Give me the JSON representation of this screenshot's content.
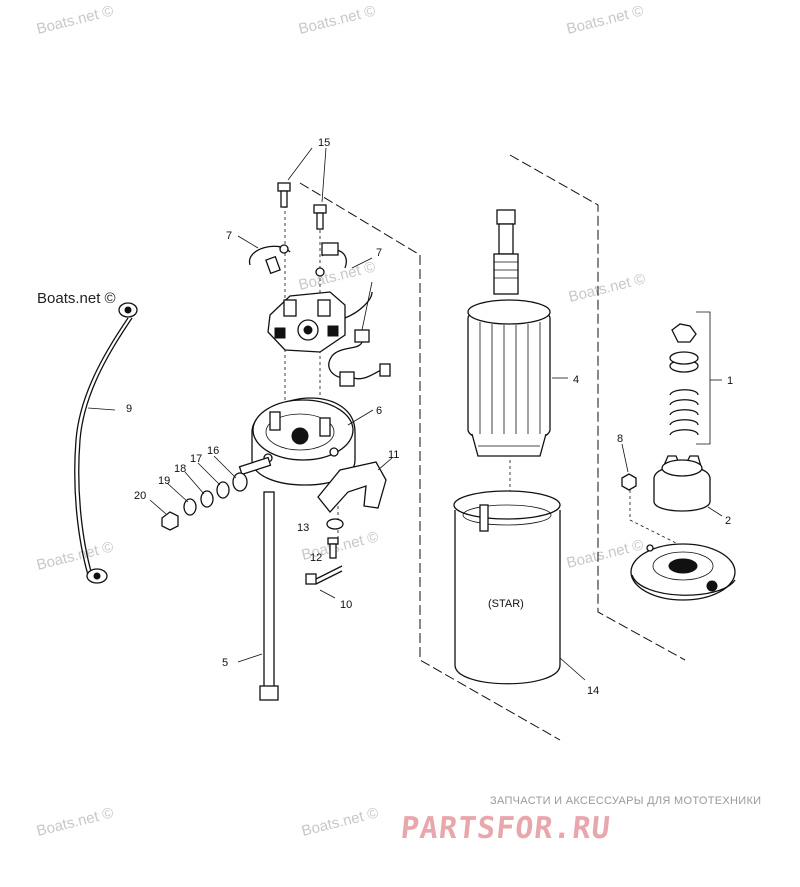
{
  "watermark": "Boats.net ©",
  "callouts": {
    "c1": "1",
    "c2": "2",
    "c4": "4",
    "c5": "5",
    "c6": "6",
    "c7a": "7",
    "c7b": "7",
    "c8": "8",
    "c9": "9",
    "c10": "10",
    "c11": "11",
    "c12": "12",
    "c13": "13",
    "c14": "14",
    "c15": "15",
    "c16": "16",
    "c17": "17",
    "c18": "18",
    "c19": "19",
    "c20": "20"
  },
  "housing_label": "(STAR)",
  "brand": {
    "tagline": "ЗАПЧАСТИ И АКСЕССУАРЫ ДЛЯ МОТОТЕХНИКИ",
    "name": "PARTSFOR.RU"
  }
}
